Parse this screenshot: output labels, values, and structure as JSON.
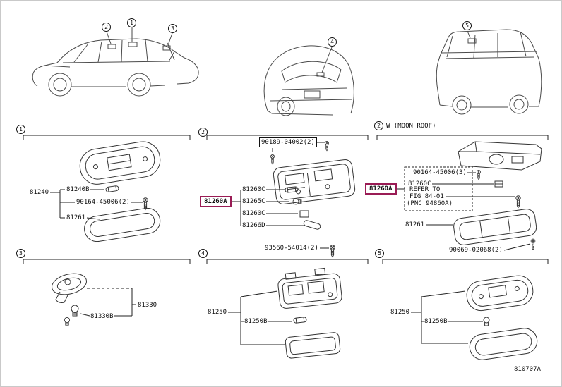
{
  "page": {
    "code": "810707A",
    "colors": {
      "highlight": "#9a1c55"
    }
  },
  "callouts": {
    "car1": [
      "2",
      "1",
      "3"
    ],
    "car2": "4",
    "car3": "5"
  },
  "sections": {
    "s1": {
      "num": "1",
      "main": "81240",
      "sub1": "81240B",
      "sub2": "90164-45006(2)",
      "sub3": "81261"
    },
    "s2": {
      "num": "2",
      "screw_top": "90189-04002(2)",
      "highlight": "81260A",
      "part1": "81260C",
      "part2": "81265C",
      "part3": "81260C",
      "part4": "81266D",
      "screw_bottom": "93560-54014(2)"
    },
    "s2m": {
      "num": "2",
      "variant": "W (MOON ROOF)",
      "highlight": "81260A",
      "screw": "90164-45006(3)",
      "part1": "81260C",
      "refer1": "REFER TO",
      "refer2": "FIG 84-01",
      "refer3": "(PNC 94860A)",
      "part2": "81261",
      "screw_bottom": "90069-02068(2)"
    },
    "s3": {
      "num": "3",
      "main": "81330",
      "sub": "81330B"
    },
    "s4": {
      "num": "4",
      "main": "81250",
      "sub": "81250B"
    },
    "s5": {
      "num": "5",
      "main": "81250",
      "sub": "81250B"
    }
  }
}
